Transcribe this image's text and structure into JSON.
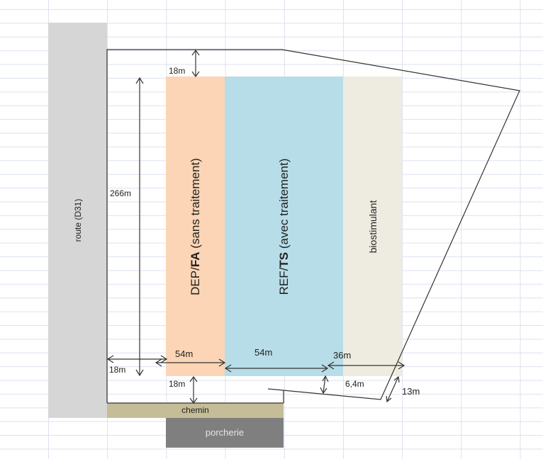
{
  "diagram": {
    "route": {
      "label": "route (D31)",
      "color": "#d6d6d6"
    },
    "zones": [
      {
        "label_bold": "FA",
        "label_prefix": "DEP/",
        "label_suffix": " (sans traitement)",
        "color": "#fbd5b5"
      },
      {
        "label_bold": "TS",
        "label_prefix": "REF/",
        "label_suffix": " (avec traitement)",
        "color": "#b7dde8"
      },
      {
        "label": "biostimulant",
        "color": "#eeece1"
      }
    ],
    "chemin": {
      "label": "chemin",
      "color": "#c4bd97"
    },
    "porcherie": {
      "label": "porcherie",
      "color": "#7f7f7f"
    },
    "dimensions": {
      "top_margin": "18m",
      "height": "266m",
      "left_margin": "18m",
      "zone1_width": "54m",
      "zone2_width": "54m",
      "zone3_width": "36m",
      "bottom_margin": "18m",
      "bottom_right_gap": "6,4m",
      "right_gap": "13m"
    }
  }
}
